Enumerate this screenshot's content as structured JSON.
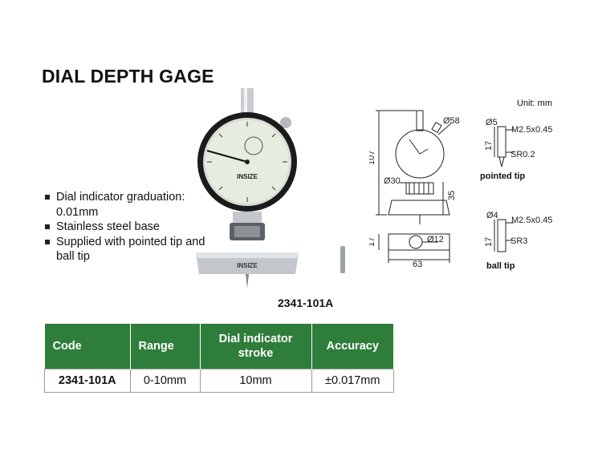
{
  "title": "DIAL DEPTH GAGE",
  "unit_label": "Unit: mm",
  "features": [
    "Dial indicator graduation: 0.01mm",
    "Stainless steel base",
    "Supplied with pointed tip and ball tip"
  ],
  "photo": {
    "caption": "2341-101A",
    "brand_mark": "INSIZE"
  },
  "drawing": {
    "labels": {
      "dia58": "Ø58",
      "h107": "107",
      "dia30": "Ø30",
      "h35": "35",
      "h17_main": "17",
      "dia12": "Ø12",
      "w63": "63"
    },
    "pointed_tip": {
      "dia": "Ø5",
      "thread": "M2.5x0.45",
      "height": "17",
      "radius": "SR0.2",
      "label": "pointed tip"
    },
    "ball_tip": {
      "dia": "Ø4",
      "thread": "M2.5x0.45",
      "height": "17",
      "radius": "SR3",
      "label": "ball tip"
    }
  },
  "table": {
    "headers": [
      "Code",
      "Range",
      "Dial indicator stroke",
      "Accuracy"
    ],
    "rows": [
      [
        "2341-101A",
        "0-10mm",
        "10mm",
        "±0.017mm"
      ]
    ],
    "header_color": "#2f7d3b"
  }
}
